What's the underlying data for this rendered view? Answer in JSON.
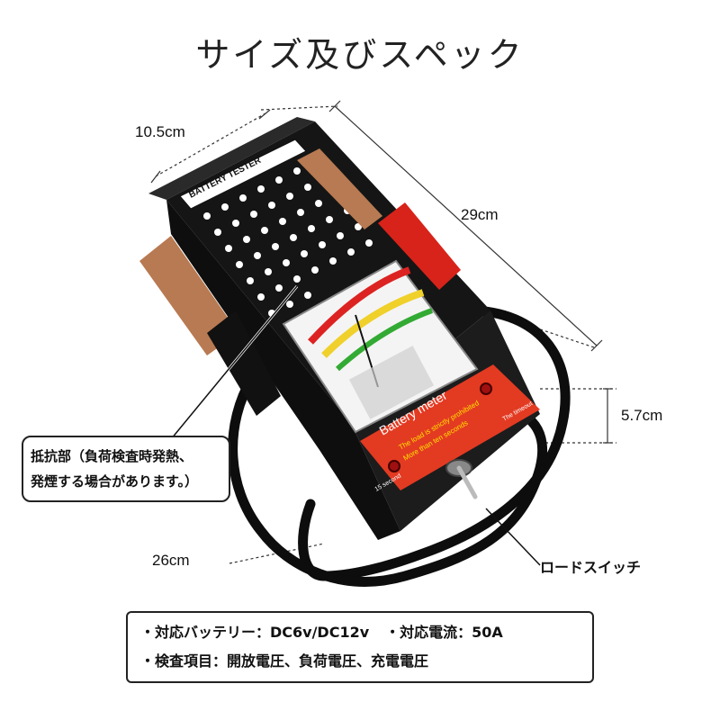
{
  "title": "サイズ及びスペック",
  "dimensions": {
    "width": "10.5cm",
    "length": "29cm",
    "height": "5.7cm",
    "cable": "26cm"
  },
  "device": {
    "top_label": "BATTERY TESTER",
    "panel_title": "Battery meter",
    "panel_line1": "The load is strictly prohibited",
    "panel_line2": "More than ten seconds",
    "left_lamp_label": "15 second",
    "right_lamp_label": "The timeout",
    "colors": {
      "body": "#151515",
      "panel": "#e33a22",
      "clamp_copper": "#b87a52",
      "clamp_red": "#d8231a",
      "cable": "#0d0d0d"
    }
  },
  "callouts": {
    "resistor_line1": "抵抗部（負荷検査時発熱、",
    "resistor_line2": "発煙する場合があります。）",
    "load_switch": "ロードスイッチ"
  },
  "specs": {
    "battery": "・対応バッテリー：DC6v/DC12v",
    "current": "・対応電流：50A",
    "items": "・検査項目：開放電圧、負荷電圧、充電電圧"
  }
}
